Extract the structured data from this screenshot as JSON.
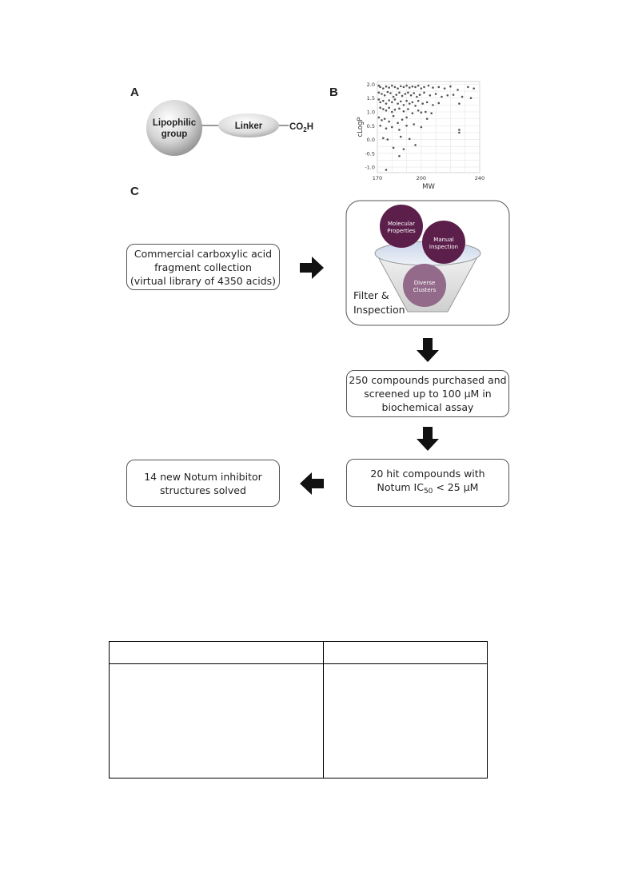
{
  "panelA": {
    "label": "A",
    "lipophilic": [
      "Lipophilic",
      "group"
    ],
    "linker": "Linker",
    "acid": {
      "main": "CO",
      "sub": "2",
      "tail": "H"
    }
  },
  "panelB": {
    "label": "B"
  },
  "panelC": {
    "label": "C",
    "start_box": [
      "Commercial carboxylic acid",
      "fragment collection",
      "(virtual library of 4350 acids)"
    ],
    "filter": {
      "circle1": [
        "Molecular",
        "Properties"
      ],
      "circle2": [
        "Manual",
        "Inspection"
      ],
      "circle3": [
        "Diverse",
        "Clusters"
      ],
      "label": [
        "Filter &",
        "Inspection"
      ]
    },
    "screen_box": [
      "250 compounds purchased and",
      "screened up to 100 µM in",
      "biochemical assay"
    ],
    "hit_box": {
      "line1": "20 hit compounds with",
      "pre": "Notum IC",
      "sub": "50",
      "post": " < 25 µM"
    },
    "final_box": [
      "14 new Notum inhibitor",
      "structures solved"
    ]
  },
  "chart_data": {
    "type": "scatter",
    "xlabel": "MW",
    "ylabel": "cLogP",
    "xlim": [
      170,
      240
    ],
    "ylim": [
      -1.2,
      2.1
    ],
    "xticks": [
      170,
      200,
      240
    ],
    "yticks": [
      -1.0,
      -0.5,
      0.0,
      0.5,
      1.0,
      1.5,
      2.0
    ],
    "grid": true,
    "points": [
      [
        171,
        1.95
      ],
      [
        172,
        1.9
      ],
      [
        174,
        1.85
      ],
      [
        176,
        1.92
      ],
      [
        178,
        1.88
      ],
      [
        180,
        1.95
      ],
      [
        182,
        1.9
      ],
      [
        184,
        1.85
      ],
      [
        186,
        1.93
      ],
      [
        188,
        1.9
      ],
      [
        190,
        1.95
      ],
      [
        192,
        1.88
      ],
      [
        194,
        1.92
      ],
      [
        196,
        1.9
      ],
      [
        198,
        1.95
      ],
      [
        200,
        1.85
      ],
      [
        202,
        1.9
      ],
      [
        205,
        1.95
      ],
      [
        208,
        1.88
      ],
      [
        212,
        1.9
      ],
      [
        216,
        1.85
      ],
      [
        220,
        1.92
      ],
      [
        225,
        1.8
      ],
      [
        232,
        1.9
      ],
      [
        236,
        1.85
      ],
      [
        171,
        1.7
      ],
      [
        173,
        1.65
      ],
      [
        175,
        1.6
      ],
      [
        177,
        1.72
      ],
      [
        179,
        1.68
      ],
      [
        181,
        1.55
      ],
      [
        183,
        1.62
      ],
      [
        185,
        1.7
      ],
      [
        187,
        1.58
      ],
      [
        189,
        1.65
      ],
      [
        191,
        1.7
      ],
      [
        193,
        1.6
      ],
      [
        195,
        1.68
      ],
      [
        197,
        1.55
      ],
      [
        199,
        1.62
      ],
      [
        202,
        1.7
      ],
      [
        206,
        1.6
      ],
      [
        210,
        1.65
      ],
      [
        214,
        1.55
      ],
      [
        218,
        1.6
      ],
      [
        222,
        1.62
      ],
      [
        228,
        1.55
      ],
      [
        234,
        1.5
      ],
      [
        171,
        1.45
      ],
      [
        172,
        1.35
      ],
      [
        174,
        1.4
      ],
      [
        176,
        1.3
      ],
      [
        178,
        1.42
      ],
      [
        180,
        1.35
      ],
      [
        182,
        1.45
      ],
      [
        184,
        1.3
      ],
      [
        186,
        1.38
      ],
      [
        188,
        1.25
      ],
      [
        190,
        1.4
      ],
      [
        192,
        1.3
      ],
      [
        194,
        1.35
      ],
      [
        196,
        1.22
      ],
      [
        198,
        1.4
      ],
      [
        201,
        1.3
      ],
      [
        204,
        1.35
      ],
      [
        208,
        1.25
      ],
      [
        212,
        1.32
      ],
      [
        226,
        1.3
      ],
      [
        172,
        1.15
      ],
      [
        174,
        1.1
      ],
      [
        176,
        1.05
      ],
      [
        178,
        1.15
      ],
      [
        180,
        1.0
      ],
      [
        182,
        1.08
      ],
      [
        185,
        1.12
      ],
      [
        188,
        1.02
      ],
      [
        191,
        1.1
      ],
      [
        194,
        0.95
      ],
      [
        198,
        1.05
      ],
      [
        200,
        0.98
      ],
      [
        203,
        1.0
      ],
      [
        207,
        0.95
      ],
      [
        171,
        0.8
      ],
      [
        173,
        0.7
      ],
      [
        175,
        0.75
      ],
      [
        178,
        0.65
      ],
      [
        181,
        0.85
      ],
      [
        184,
        0.6
      ],
      [
        187,
        0.72
      ],
      [
        190,
        0.8
      ],
      [
        195,
        0.55
      ],
      [
        204,
        0.75
      ],
      [
        172,
        0.5
      ],
      [
        176,
        0.4
      ],
      [
        180,
        0.45
      ],
      [
        185,
        0.35
      ],
      [
        190,
        0.5
      ],
      [
        200,
        0.45
      ],
      [
        226,
        0.35
      ],
      [
        226,
        0.25
      ],
      [
        174,
        0.05
      ],
      [
        177,
        0.0
      ],
      [
        186,
        0.1
      ],
      [
        192,
        0.02
      ],
      [
        181,
        -0.3
      ],
      [
        188,
        -0.35
      ],
      [
        196,
        -0.2
      ],
      [
        185,
        -0.6
      ],
      [
        176,
        -1.1
      ]
    ]
  }
}
